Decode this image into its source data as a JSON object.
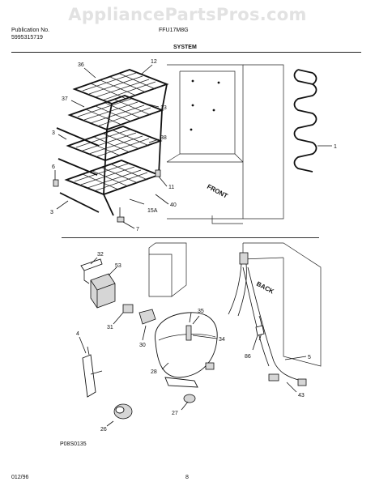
{
  "watermark": "AppliancePartsPros.com",
  "header": {
    "publication_label": "Publication No.",
    "publication_number": "5995315719",
    "model": "FFU17M8G",
    "section_title": "SYSTEM"
  },
  "labels": {
    "p1": "1",
    "p3a": "3",
    "p3b": "3",
    "p4": "4",
    "p5": "5",
    "p6": "6",
    "p7": "7",
    "p11": "11",
    "p12": "12",
    "p13": "13",
    "p15a": "15A",
    "p26": "26",
    "p27": "27",
    "p28": "28",
    "p30": "30",
    "p31": "31",
    "p32": "32",
    "p34": "34",
    "p35": "35",
    "p36": "36",
    "p37": "37",
    "p38": "38",
    "p40": "40",
    "p43": "43",
    "p53": "53",
    "p86": "86",
    "front": "FRONT",
    "back": "BACK"
  },
  "diagram_code": "P08S0135",
  "footer": {
    "date": "012/96",
    "page": "8"
  }
}
